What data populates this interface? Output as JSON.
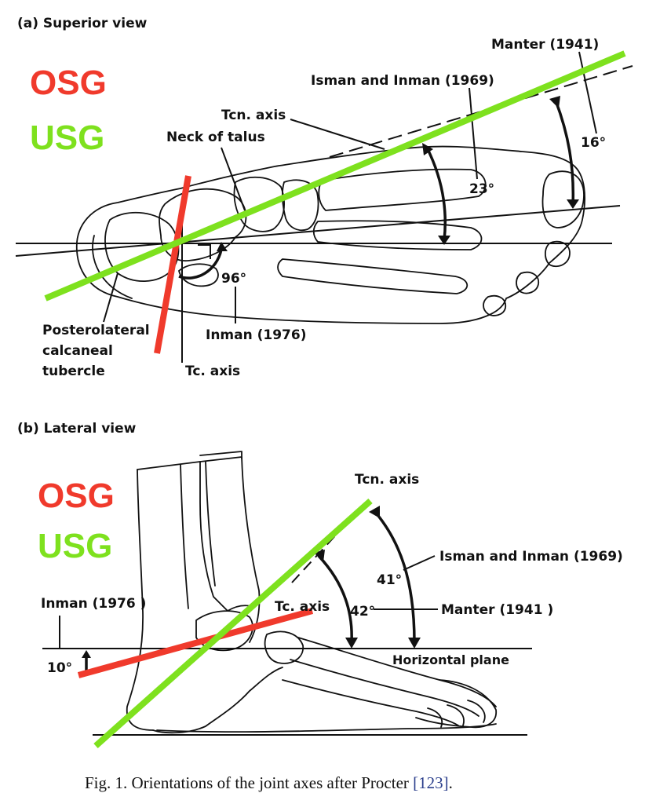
{
  "colors": {
    "osg": "#f03a2c",
    "usg": "#7ee11e",
    "ink": "#111111",
    "caption_ref": "#2b3f8c"
  },
  "panel_a": {
    "title": "(a) Superior view",
    "legend_osg": "OSG",
    "legend_usg": "USG",
    "labels": {
      "manter": "Manter (1941)",
      "isman": "Isman and Inman (1969)",
      "tcn_axis": "Tcn. axis",
      "neck_of_talus": "Neck of talus",
      "angle_16": "16°",
      "angle_23": "23°",
      "angle_96": "96°",
      "posterolateral_1": "Posterolateral",
      "posterolateral_2": "calcaneal",
      "posterolateral_3": "tubercle",
      "inman": "Inman (1976)",
      "tc_axis": "Tc. axis"
    }
  },
  "panel_b": {
    "title": "(b) Lateral view",
    "legend_osg": "OSG",
    "legend_usg": "USG",
    "labels": {
      "tcn_axis": "Tcn. axis",
      "isman": "Isman and Inman (1969)",
      "angle_41": "41°",
      "angle_42": "42°",
      "manter": "Manter (1941 )",
      "inman": "Inman (1976 )",
      "tc_axis": "Tc. axis",
      "angle_10": "10°",
      "horizontal_plane": "Horizontal plane"
    }
  },
  "caption": {
    "text": "Fig. 1. Orientations of the joint axes after Procter",
    "ref": "[123]",
    "end": "."
  }
}
